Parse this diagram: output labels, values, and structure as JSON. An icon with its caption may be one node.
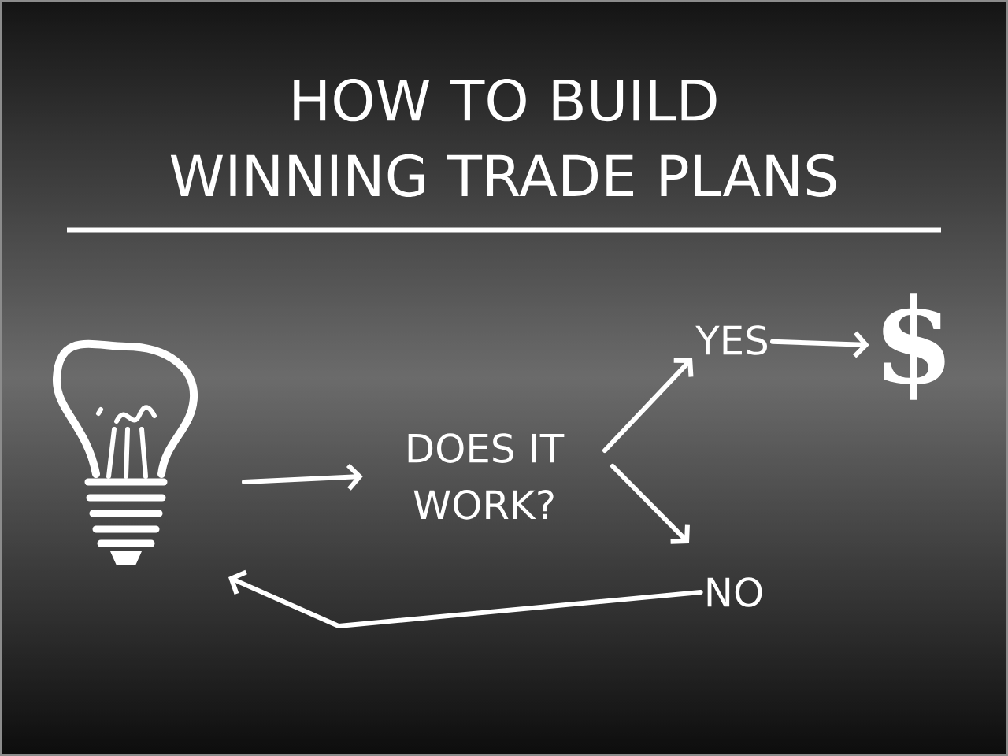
{
  "diagram": {
    "title": "HOW TO BUILD WINNING TRADE PLANS",
    "nodes": [
      {
        "text": [],
        "shape": "picture"
      },
      {
        "text": [
          "DOES IT WORK?"
        ]
      },
      {
        "text": [
          "YES"
        ]
      },
      {
        "text": [
          "$"
        ]
      },
      {
        "text": [
          "NO"
        ]
      }
    ],
    "edges": [
      {
        "from": 0,
        "to": 1,
        "arrow": "to"
      },
      {
        "from": 1,
        "to": 2,
        "arrow": "to"
      },
      {
        "from": 2,
        "to": 3,
        "arrow": "to"
      },
      {
        "from": 1,
        "to": 4,
        "arrow": "to"
      },
      {
        "from": 4,
        "to": 0,
        "arrow": "to"
      }
    ]
  }
}
